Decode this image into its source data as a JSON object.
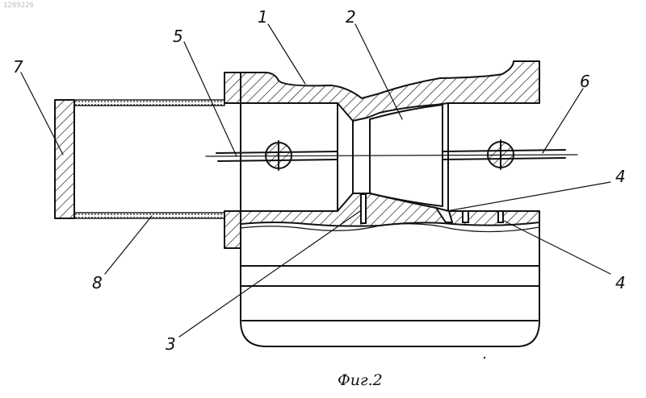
{
  "figure": {
    "caption": "Фиг.2",
    "stamp": "1289226"
  },
  "callouts": [
    {
      "id": "1",
      "text": "1"
    },
    {
      "id": "2",
      "text": "2"
    },
    {
      "id": "3",
      "text": "3"
    },
    {
      "id": "4a",
      "text": "4"
    },
    {
      "id": "4b",
      "text": "4"
    },
    {
      "id": "5",
      "text": "5"
    },
    {
      "id": "6",
      "text": "6"
    },
    {
      "id": "7",
      "text": "7"
    },
    {
      "id": "8",
      "text": "8"
    }
  ]
}
